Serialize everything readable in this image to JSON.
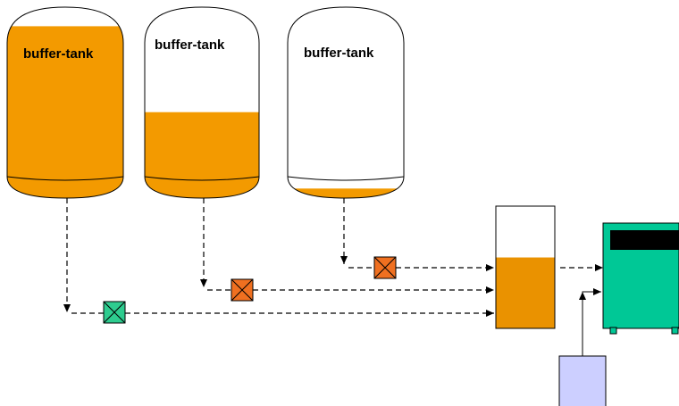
{
  "tanks": [
    {
      "label": "buffer-tank",
      "fill_level": 0.9,
      "valve_color": "#2ecc8f"
    },
    {
      "label": "buffer-tank",
      "fill_level": 0.45,
      "valve_color": "#f07020"
    },
    {
      "label": "buffer-tank",
      "fill_level": 0.05,
      "valve_color": "#f07020"
    }
  ],
  "mixing_vessel": {
    "fill_level": 0.58
  },
  "colors": {
    "liquid": "#f39a00",
    "liquid_dark": "#c97e00",
    "vessel_liquid": "#ea9200",
    "green_valve": "#2ecc8f",
    "orange_valve": "#f07020",
    "machine": "#00c896",
    "machine_screen": "#000000",
    "additive": "#cccfff",
    "line": "#000000"
  },
  "icons": [
    "valve-icon",
    "machine-icon",
    "arrow-icon"
  ]
}
